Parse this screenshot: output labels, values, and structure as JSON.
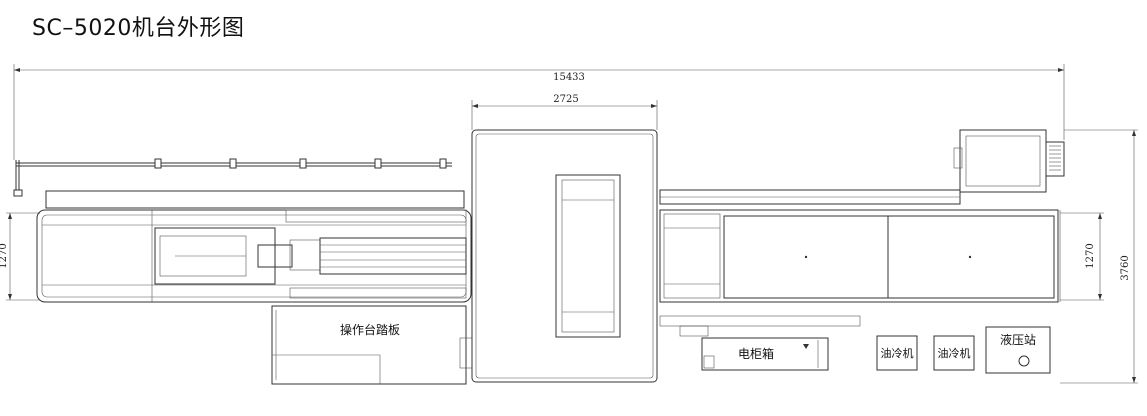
{
  "title": "SC–5020机台外形图",
  "dimensions": {
    "overall_length": "15433",
    "center_width": "2725",
    "left_height": "1270",
    "right_height": "1270",
    "overall_height": "3760"
  },
  "labels": {
    "platform": "操作台踏板",
    "cabinet": "电柜箱",
    "oil_cooler_1": "油冷机",
    "oil_cooler_2": "油冷机",
    "hydraulic_station": "液压站"
  }
}
